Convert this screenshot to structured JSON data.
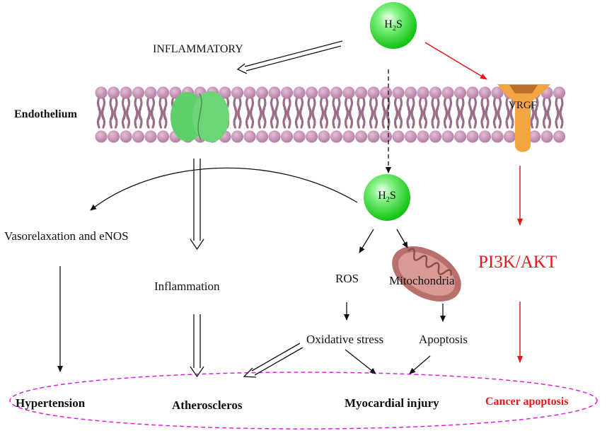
{
  "labels": {
    "inflammatory": "INFLAMMATORY",
    "endothelium": "Endothelium",
    "vasorelaxation": "Vasorelaxation and eNOS",
    "inflammation": "Inflammation",
    "pi3k_akt": "PI3K/AKT",
    "ros": "ROS",
    "mitochondria": "Mitochondria",
    "oxidative_stress": "Oxidative stress",
    "apoptosis": "Apoptosis",
    "hypertension": "Hypertension",
    "atheroscleros": "Atheroscleros",
    "myocardial_injury": "Myocardial injury",
    "cancer_apoptosis": "Cancer apoptosis",
    "vrgf": "VRGF"
  },
  "h2s": {
    "base": "H",
    "subscript": "2",
    "tail": "S"
  },
  "colors": {
    "membrane_head": "#c590b3",
    "membrane_tail": "#9a6e8a",
    "h2s_sphere": "#22d422",
    "channel": "#5fcf6a",
    "receptor": "#f2a540",
    "mitochondria": "#b8706d",
    "red_pathway": "#e8161a",
    "outcome_ellipse": "#e020e0"
  }
}
